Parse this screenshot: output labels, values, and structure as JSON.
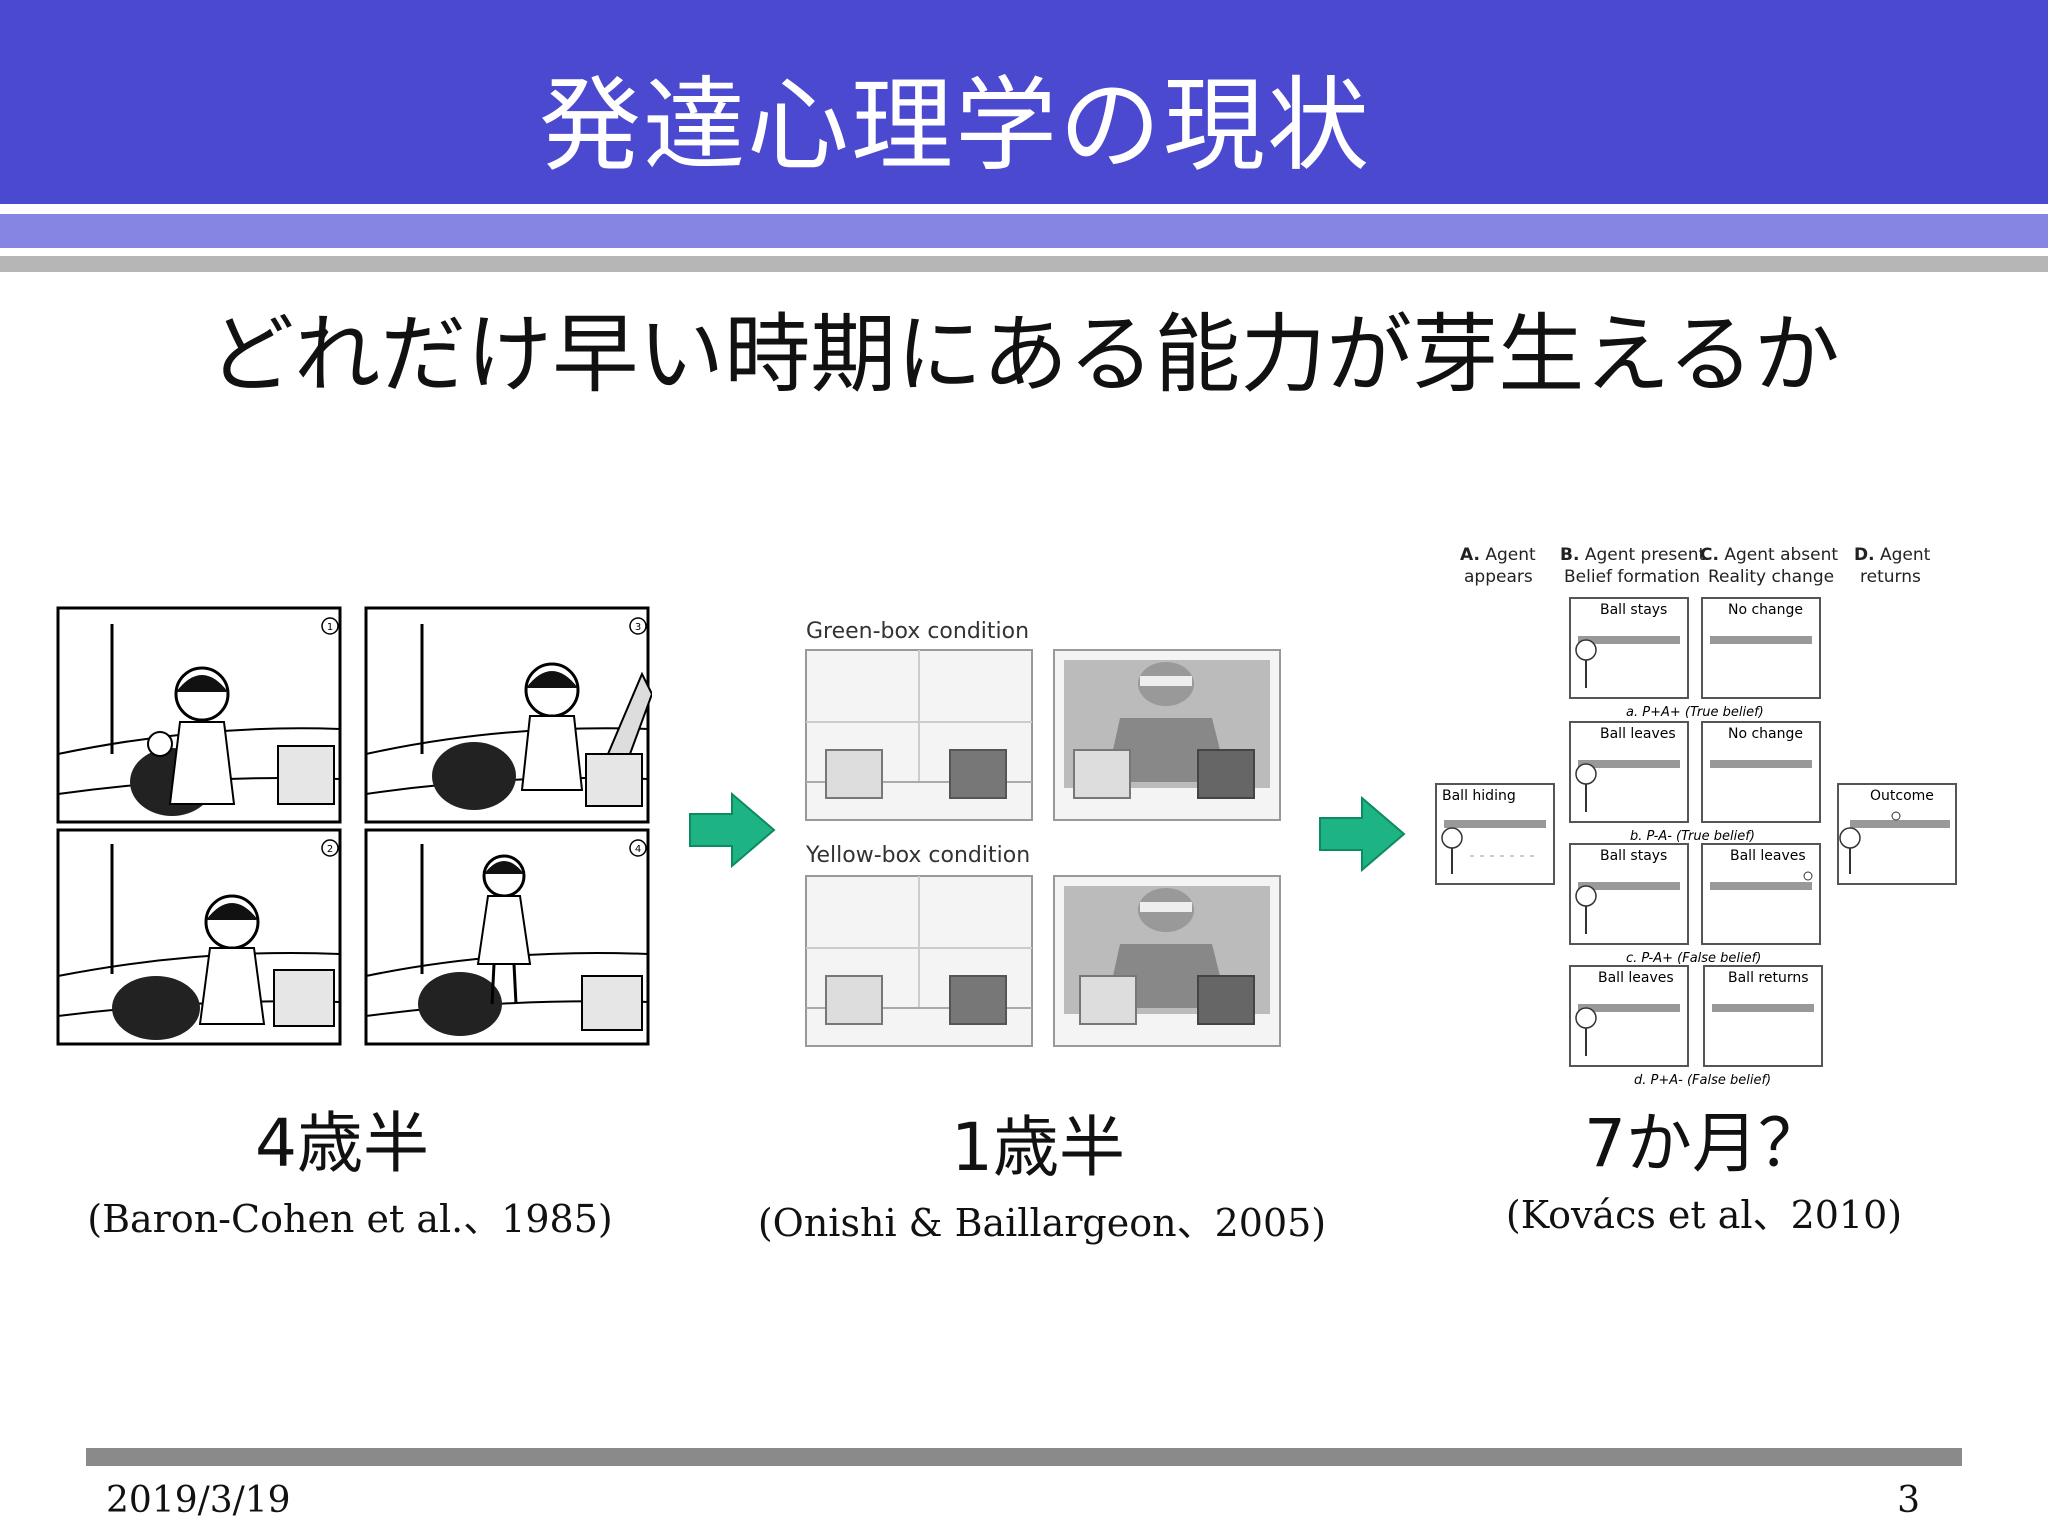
{
  "header": {
    "title": "発達心理学の現状"
  },
  "subtitle": "どれだけ早い時期にある能力が芽生えるか",
  "studies": [
    {
      "age": "4歳半",
      "citation": "(Baron-Cohen et al.、1985)"
    },
    {
      "age": "1歳半",
      "citation": "(Onishi & Baillargeon、2005)"
    },
    {
      "age": "7か月？",
      "citation": "(Kovács et al、2010)"
    }
  ],
  "figure_onishi": {
    "green_label": "Green-box condition",
    "yellow_label": "Yellow-box condition"
  },
  "figure_kovacs": {
    "col_a_letter": "A.",
    "col_a_title": "Agent",
    "col_a_sub": "appears",
    "col_b_letter": "B.",
    "col_b_title": "Agent present",
    "col_b_sub": "Belief formation",
    "col_c_letter": "C.",
    "col_c_title": "Agent absent",
    "col_c_sub": "Reality change",
    "col_d_letter": "D.",
    "col_d_title": "Agent",
    "col_d_sub": "returns",
    "ball_hiding": "Ball hiding",
    "outcome": "Outcome",
    "rows": [
      {
        "b_label": "Ball stays",
        "c_label": "No change",
        "caption": "a. P+A+ (True belief)"
      },
      {
        "b_label": "Ball leaves",
        "c_label": "No change",
        "caption": "b. P-A- (True belief)"
      },
      {
        "b_label": "Ball stays",
        "c_label": "Ball leaves",
        "caption": "c. P-A+ (False belief)"
      },
      {
        "b_label": "Ball leaves",
        "c_label": "Ball returns",
        "caption": "d. P+A- (False belief)"
      }
    ]
  },
  "footer": {
    "date": "2019/3/19",
    "page": "3"
  },
  "colors": {
    "header": "#4a49cf",
    "stripe": "#8685e3",
    "arrow": "#1db384"
  }
}
